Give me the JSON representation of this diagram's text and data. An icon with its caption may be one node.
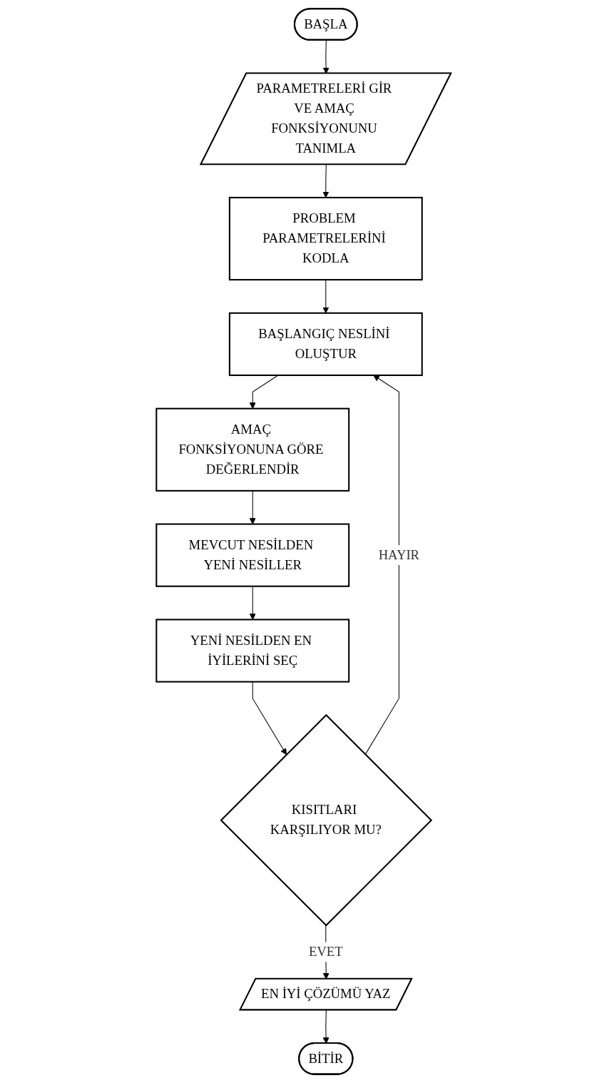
{
  "diagram": {
    "nodes": [
      {
        "text": [
          "BAŞLA"
        ]
      },
      {
        "text": [
          "PARAMETRELERİ GİR VE AMAÇ FONKSİYONUNU TANIMLA"
        ]
      },
      {
        "text": [
          "PROBLEM PARAMETRELERİNİ KODLA"
        ]
      },
      {
        "text": [
          "BAŞLANGIÇ NESLİNİ OLUŞTUR"
        ]
      },
      {
        "text": [
          "AMAÇ FONKSİYONUNA GÖRE DEĞERLENDİR"
        ]
      },
      {
        "text": [
          "MEVCUT NESİLDEN YENİ NESİLLER"
        ]
      },
      {
        "text": [
          "YENİ NESİLDEN EN İYİLERİNİ SEÇ"
        ]
      },
      {
        "text": [
          "KISITLARI KARŞILIYOR MU?"
        ]
      },
      {
        "text": [
          "EN İYİ ÇÖZÜMÜ YAZ"
        ]
      },
      {
        "text": [
          "BİTİR"
        ]
      }
    ],
    "edges": [
      {
        "from": 0,
        "to": 1,
        "arrow": "to"
      },
      {
        "from": 1,
        "to": 2,
        "arrow": "to"
      },
      {
        "from": 2,
        "to": 3,
        "arrow": "to"
      },
      {
        "from": 3,
        "to": 4,
        "arrow": "to"
      },
      {
        "from": 4,
        "to": 5,
        "arrow": "to"
      },
      {
        "from": 5,
        "to": 6,
        "arrow": "to"
      },
      {
        "from": 6,
        "to": 7,
        "arrow": "to"
      },
      {
        "from": 7,
        "to": 8,
        "arrow": "to",
        "label": "EVET"
      },
      {
        "from": 7,
        "to": 3,
        "arrow": "to",
        "label": "HAYIR"
      },
      {
        "from": 8,
        "to": 9,
        "arrow": "to"
      }
    ]
  }
}
